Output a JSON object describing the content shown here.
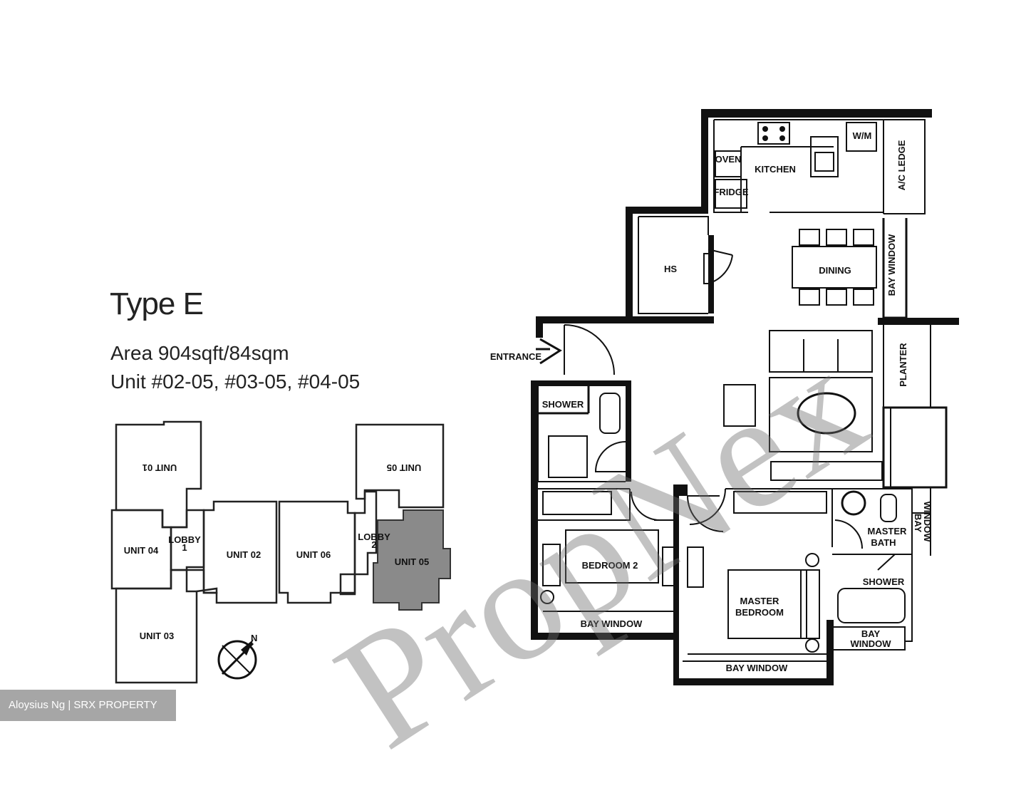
{
  "header": {
    "type_title": "Type E",
    "area": "Area 904sqft/84sqm",
    "units": "Unit #02-05, #03-05, #04-05"
  },
  "plan_labels": {
    "kitchen": "KITCHEN",
    "oven": "OVEN",
    "fridge": "FRIDGE",
    "wm": "W/M",
    "ac_ledge": "A/C LEDGE",
    "hs": "HS",
    "dining": "DINING",
    "bay_window_dining": "BAY WINDOW",
    "entrance": "ENTRANCE",
    "planter": "PLANTER",
    "shower_common": "SHOWER",
    "bedroom2": "BEDROOM 2",
    "bay_window_bed2": "BAY WINDOW",
    "master_bedroom_1": "MASTER",
    "master_bedroom_2": "BEDROOM",
    "bay_window_master": "BAY WINDOW",
    "master_bath_1": "MASTER",
    "master_bath_2": "BATH",
    "shower_master": "SHOWER",
    "bay_window_bath_1": "BAY",
    "bay_window_bath_2": "WINDOW",
    "bay_window_side_1": "BAY",
    "bay_window_side_2": "WINDOW"
  },
  "key_plan": {
    "unit_01_mirrored": "UNIT 01",
    "unit_05_mirrored": "UNIT 05",
    "unit_04": "UNIT 04",
    "lobby1_1": "LOBBY",
    "lobby1_2": "1",
    "unit_02": "UNIT 02",
    "unit_06": "UNIT 06",
    "lobby2_1": "LOBBY",
    "lobby2_2": "2",
    "unit_05_highlight": "UNIT 05",
    "unit_03": "UNIT 03",
    "north": "N",
    "highlight_color": "#8a8a8a"
  },
  "watermark": "PropNex",
  "credit": "Aloysius Ng | SRX PROPERTY"
}
